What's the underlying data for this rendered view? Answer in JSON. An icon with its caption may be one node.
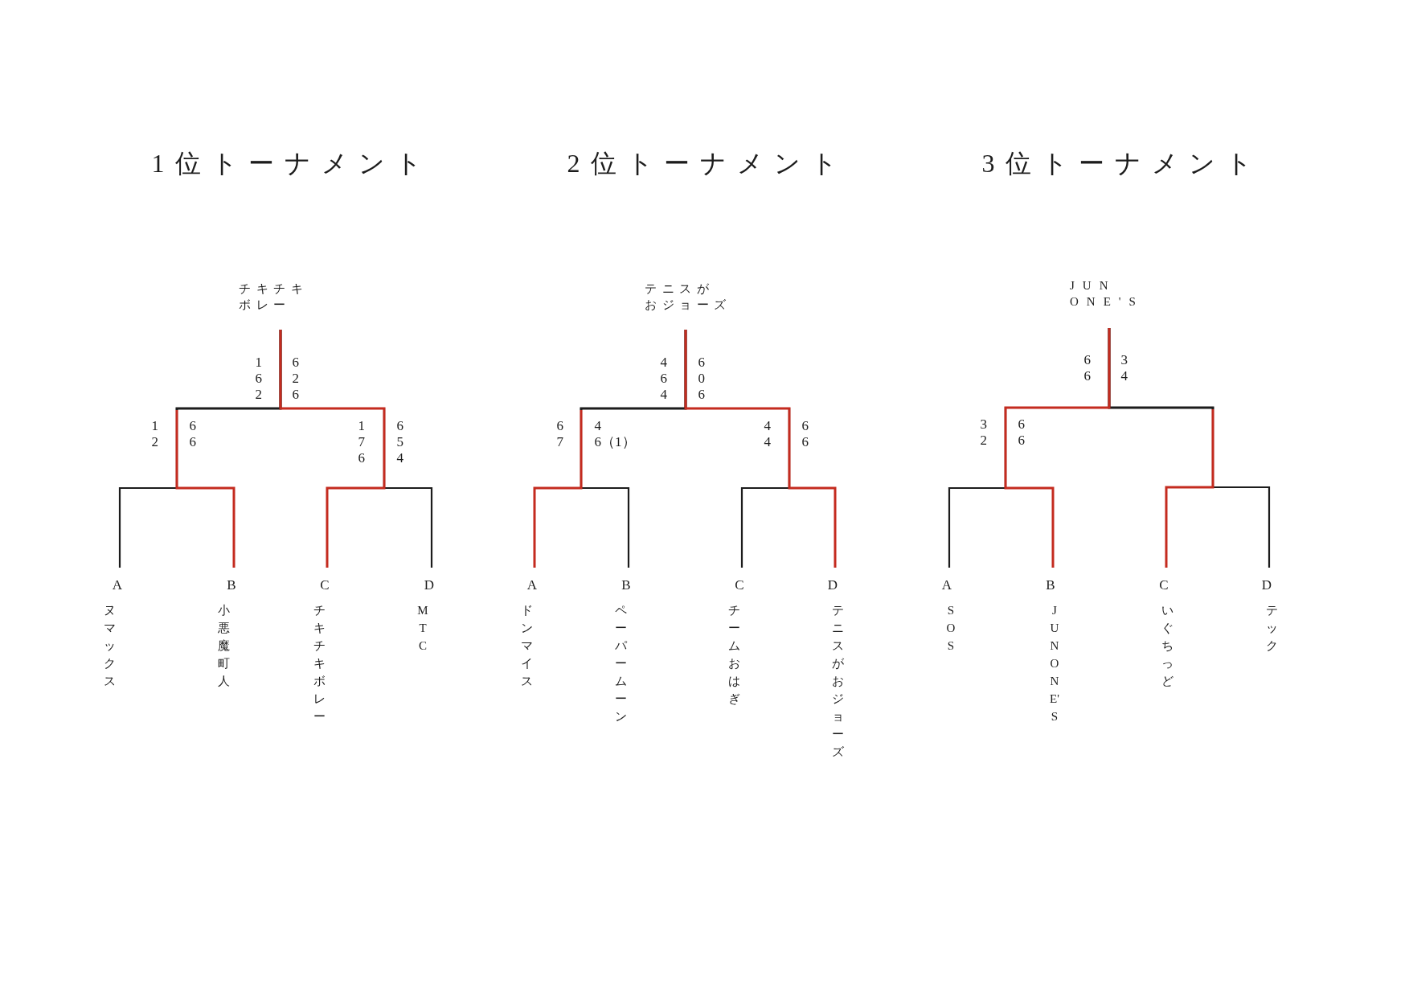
{
  "diagram": {
    "nodes": [
      {
        "text": [
          "チキチキボレー"
        ]
      },
      {
        "text": [
          "A",
          "ヌマックス"
        ]
      },
      {
        "text": [
          "B",
          "小悪魔町人"
        ]
      },
      {
        "text": [
          "C",
          "チキチキボレー"
        ]
      },
      {
        "text": [
          "D",
          "MTC"
        ]
      },
      {
        "text": [
          "テニスがおジョーズ"
        ]
      },
      {
        "text": [
          "A",
          "ドンマイス"
        ]
      },
      {
        "text": [
          "B",
          "ペーパームーン"
        ]
      },
      {
        "text": [
          "C",
          "チームおはぎ"
        ]
      },
      {
        "text": [
          "D",
          "テニスがおジョーズ"
        ]
      },
      {
        "text": [
          "JUN ONE'S"
        ]
      },
      {
        "text": [
          "A",
          "SOS"
        ]
      },
      {
        "text": [
          "B",
          "JUN ONE'S"
        ]
      },
      {
        "text": [
          "C",
          "いぐちっど"
        ]
      },
      {
        "text": [
          "D",
          "テック"
        ]
      }
    ],
    "edges": [
      {
        "from": 1,
        "to": 0,
        "arrow": "none"
      },
      {
        "from": 2,
        "to": 0,
        "arrow": "none",
        "color": "#c42b1f"
      },
      {
        "from": 3,
        "to": 0,
        "arrow": "none",
        "color": "#c42b1f"
      },
      {
        "from": 4,
        "to": 0,
        "arrow": "none"
      },
      {
        "from": 6,
        "to": 5,
        "arrow": "none",
        "color": "#c42b1f"
      },
      {
        "from": 7,
        "to": 5,
        "arrow": "none"
      },
      {
        "from": 8,
        "to": 5,
        "arrow": "none"
      },
      {
        "from": 9,
        "to": 5,
        "arrow": "none",
        "color": "#c42b1f"
      },
      {
        "from": 11,
        "to": 10,
        "arrow": "none"
      },
      {
        "from": 13,
        "to": 10,
        "arrow": "none",
        "color": "#c42b1f"
      },
      {
        "from": 14,
        "to": 10,
        "arrow": "none"
      },
      {
        "from": 12,
        "to": 10,
        "arrow": "none",
        "color": "#c42b1f"
      }
    ],
    "labels": [
      "1位トーナメント",
      "2位トーナメント",
      "3位トーナメント",
      "1 6 2",
      "6 2 6",
      "1 2",
      "6 6",
      "1 7 6",
      "6 5 4",
      "4 6 4",
      "6 0 6",
      "6 7",
      "4 6（1）",
      "4 4",
      "6 6",
      "6 6",
      "3 4",
      "3 2",
      "6 6"
    ]
  }
}
